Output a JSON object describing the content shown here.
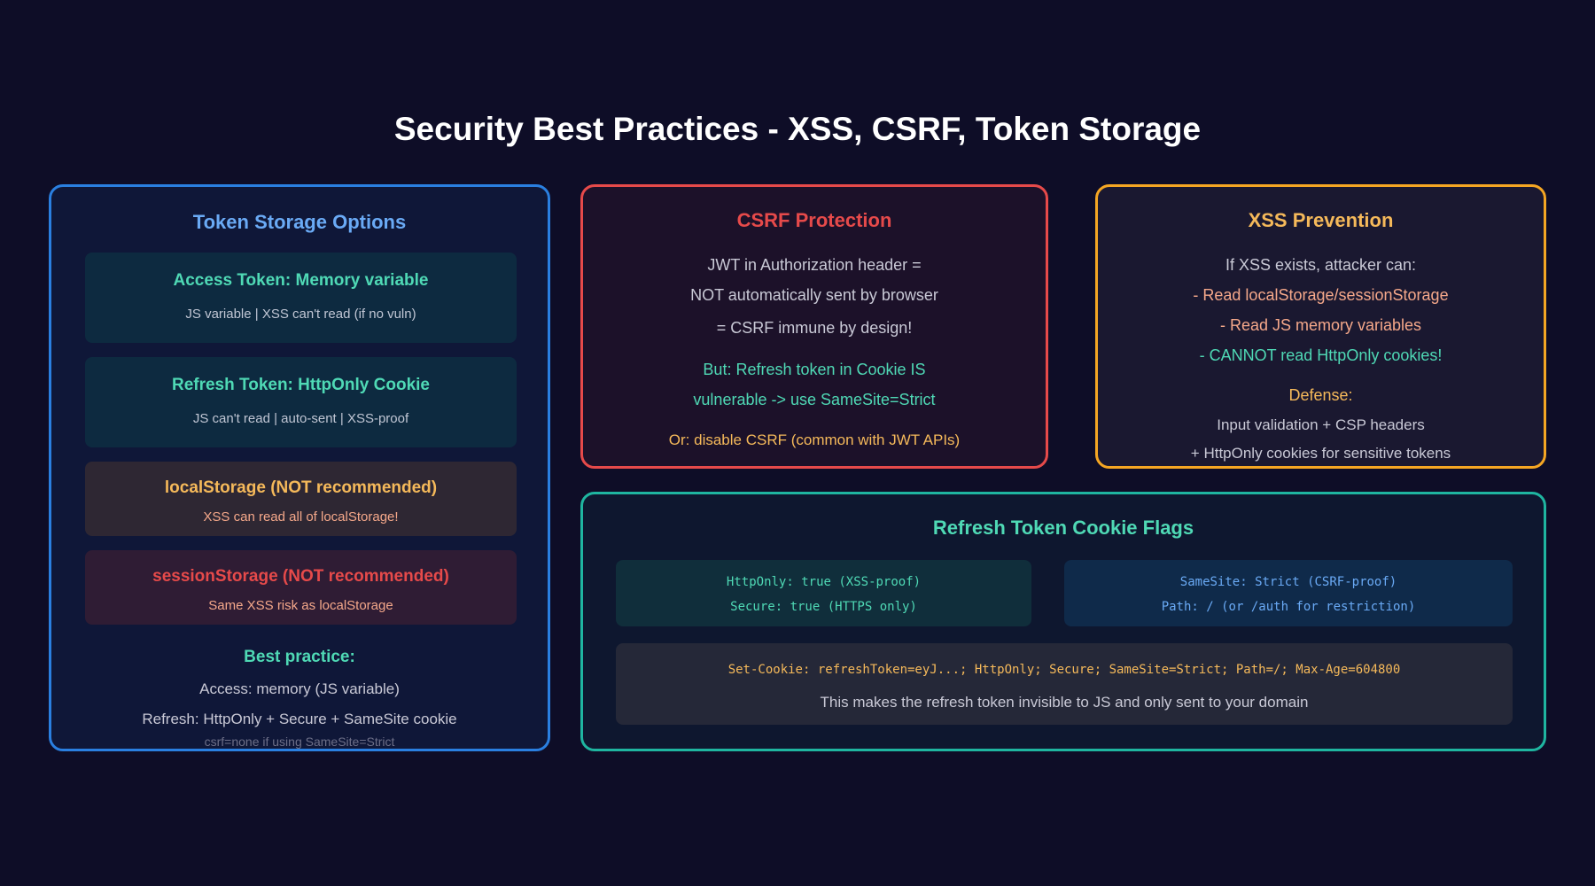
{
  "title": "Security Best Practices - XSS, CSRF, Token Storage",
  "colors": {
    "background": "#0e0d27",
    "blue_accent": "#6aaaf5",
    "teal_accent": "#4fd9b5",
    "red_accent": "#e64a4a",
    "orange_accent": "#f5b95a",
    "salmon_text": "#f5a88a",
    "gray_text": "#c9c9d6"
  },
  "token_storage": {
    "title": "Token Storage Options",
    "cards": [
      {
        "title": "Access Token: Memory variable",
        "subtitle": "JS variable | XSS can't read (if no vuln)"
      },
      {
        "title": "Refresh Token: HttpOnly Cookie",
        "subtitle": "JS can't read | auto-sent | XSS-proof"
      },
      {
        "title": "localStorage (NOT recommended)",
        "subtitle": "XSS can read all of localStorage!"
      },
      {
        "title": "sessionStorage (NOT recommended)",
        "subtitle": "Same XSS risk as localStorage"
      }
    ],
    "best_practice_title": "Best practice:",
    "best_practice_lines": [
      "Access: memory (JS variable)",
      "Refresh: HttpOnly + Secure + SameSite cookie",
      "csrf=none if using SameSite=Strict"
    ]
  },
  "csrf": {
    "title": "CSRF Protection",
    "lines": [
      "JWT in Authorization header =",
      "NOT automatically sent by browser",
      "= CSRF immune by design!",
      "But: Refresh token in Cookie IS",
      "vulnerable -> use SameSite=Strict",
      "Or: disable CSRF (common with JWT APIs)"
    ]
  },
  "xss": {
    "title": "XSS Prevention",
    "lines": [
      "If XSS exists, attacker can:",
      "- Read localStorage/sessionStorage",
      "- Read JS memory variables",
      "- CANNOT read HttpOnly cookies!",
      "Defense:",
      "Input validation + CSP headers",
      "+ HttpOnly cookies for sensitive tokens"
    ]
  },
  "flags": {
    "title": "Refresh Token Cookie Flags",
    "left_box": [
      "HttpOnly: true (XSS-proof)",
      "Secure: true (HTTPS only)"
    ],
    "right_box": [
      "SameSite: Strict (CSRF-proof)",
      "Path: / (or /auth for restriction)"
    ],
    "header_line": "Set-Cookie: refreshToken=eyJ...; HttpOnly; Secure; SameSite=Strict; Path=/; Max-Age=604800",
    "note": "This makes the refresh token invisible to JS and only sent to your domain"
  }
}
